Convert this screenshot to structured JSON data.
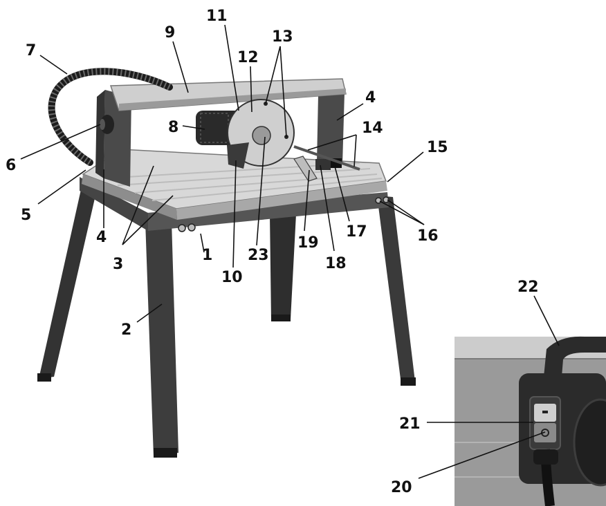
{
  "colors": {
    "leg": "#3d3d3d",
    "leg_dark": "#262626",
    "apron": "#555555",
    "table_top": "#d8d8d8",
    "table_rail": "#a8a8a8",
    "frame": "#4a4a4a",
    "blade_guard": "#cfcfcf",
    "motor": "#2a2a2a",
    "cable": "#1c1c1c",
    "leader": "#111111",
    "inset_bg": "#9a9a9a",
    "inset_rail": "#cccccc",
    "inset_body": "#2b2b2b"
  },
  "callouts": {
    "c1": "1",
    "c2": "2",
    "c3": "3",
    "c4a": "4",
    "c4b": "4",
    "c5": "5",
    "c6": "6",
    "c7": "7",
    "c8": "8",
    "c9": "9",
    "c10": "10",
    "c11": "11",
    "c12": "12",
    "c13": "13",
    "c14": "14",
    "c15": "15",
    "c16": "16",
    "c17": "17",
    "c18": "18",
    "c19": "19",
    "c20": "20",
    "c21": "21",
    "c22": "22",
    "c23": "23"
  },
  "icons": {
    "switch_on": "power-on-icon",
    "switch_off": "power-off-icon"
  }
}
